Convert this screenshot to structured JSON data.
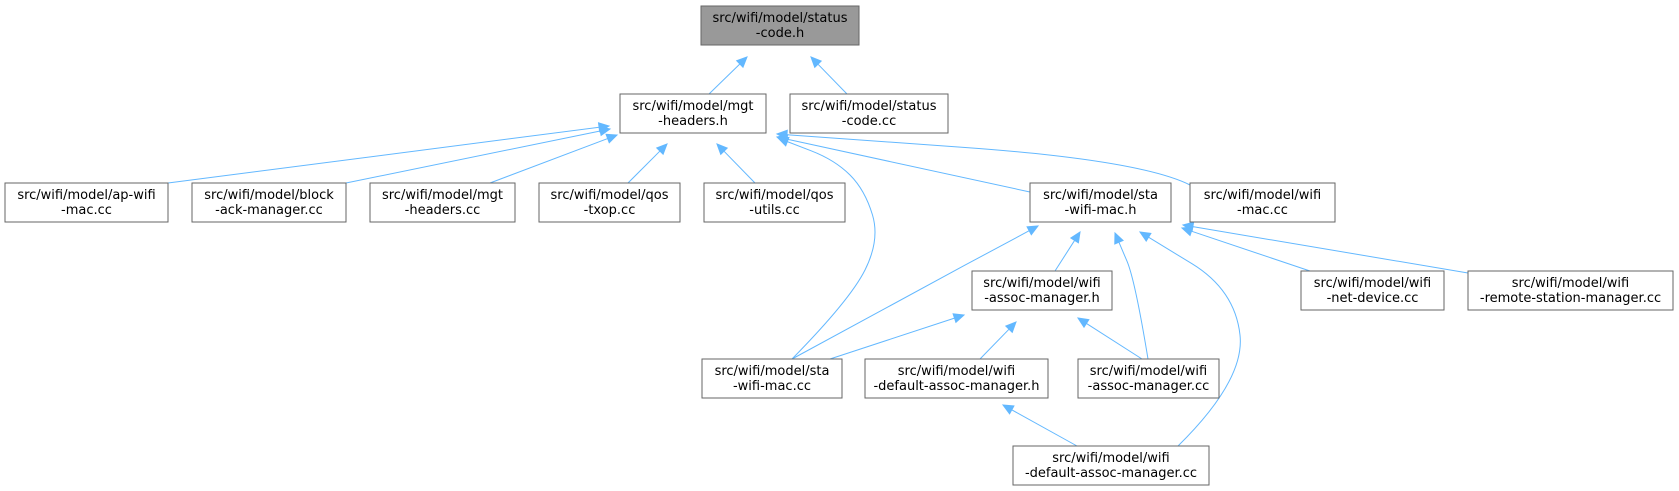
{
  "nodes": {
    "status_code_h": {
      "line1": "src/wifi/model/status",
      "line2": "-code.h",
      "root": true
    },
    "mgt_headers_h": {
      "line1": "src/wifi/model/mgt",
      "line2": "-headers.h"
    },
    "status_code_cc": {
      "line1": "src/wifi/model/status",
      "line2": "-code.cc"
    },
    "ap_wifi_mac_cc": {
      "line1": "src/wifi/model/ap-wifi",
      "line2": "-mac.cc"
    },
    "block_ack_manager_cc": {
      "line1": "src/wifi/model/block",
      "line2": "-ack-manager.cc"
    },
    "mgt_headers_cc": {
      "line1": "src/wifi/model/mgt",
      "line2": "-headers.cc"
    },
    "qos_txop_cc": {
      "line1": "src/wifi/model/qos",
      "line2": "-txop.cc"
    },
    "qos_utils_cc": {
      "line1": "src/wifi/model/qos",
      "line2": "-utils.cc"
    },
    "sta_wifi_mac_h": {
      "line1": "src/wifi/model/sta",
      "line2": "-wifi-mac.h"
    },
    "wifi_mac_cc": {
      "line1": "src/wifi/model/wifi",
      "line2": "-mac.cc"
    },
    "wifi_assoc_manager_h": {
      "line1": "src/wifi/model/wifi",
      "line2": "-assoc-manager.h"
    },
    "wifi_net_device_cc": {
      "line1": "src/wifi/model/wifi",
      "line2": "-net-device.cc"
    },
    "wifi_remote_station_manager_cc": {
      "line1": "src/wifi/model/wifi",
      "line2": "-remote-station-manager.cc"
    },
    "sta_wifi_mac_cc": {
      "line1": "src/wifi/model/sta",
      "line2": "-wifi-mac.cc"
    },
    "wifi_default_assoc_manager_h": {
      "line1": "src/wifi/model/wifi",
      "line2": "-default-assoc-manager.h"
    },
    "wifi_assoc_manager_cc": {
      "line1": "src/wifi/model/wifi",
      "line2": "-assoc-manager.cc"
    },
    "wifi_default_assoc_manager_cc": {
      "line1": "src/wifi/model/wifi",
      "line2": "-default-assoc-manager.cc"
    }
  },
  "edges": [
    {
      "from": "mgt_headers_h",
      "to": "status_code_h"
    },
    {
      "from": "status_code_cc",
      "to": "status_code_h"
    },
    {
      "from": "ap_wifi_mac_cc",
      "to": "mgt_headers_h"
    },
    {
      "from": "block_ack_manager_cc",
      "to": "mgt_headers_h"
    },
    {
      "from": "mgt_headers_cc",
      "to": "mgt_headers_h"
    },
    {
      "from": "qos_txop_cc",
      "to": "mgt_headers_h"
    },
    {
      "from": "qos_utils_cc",
      "to": "mgt_headers_h"
    },
    {
      "from": "sta_wifi_mac_cc",
      "to": "mgt_headers_h"
    },
    {
      "from": "sta_wifi_mac_h",
      "to": "mgt_headers_h"
    },
    {
      "from": "wifi_mac_cc",
      "to": "mgt_headers_h"
    },
    {
      "from": "wifi_assoc_manager_h",
      "to": "sta_wifi_mac_h"
    },
    {
      "from": "sta_wifi_mac_cc",
      "to": "sta_wifi_mac_h"
    },
    {
      "from": "wifi_assoc_manager_cc",
      "to": "sta_wifi_mac_h"
    },
    {
      "from": "wifi_default_assoc_manager_cc",
      "to": "sta_wifi_mac_h"
    },
    {
      "from": "wifi_net_device_cc",
      "to": "sta_wifi_mac_h"
    },
    {
      "from": "wifi_remote_station_manager_cc",
      "to": "sta_wifi_mac_h"
    },
    {
      "from": "sta_wifi_mac_cc",
      "to": "wifi_assoc_manager_h"
    },
    {
      "from": "wifi_default_assoc_manager_h",
      "to": "wifi_assoc_manager_h"
    },
    {
      "from": "wifi_assoc_manager_cc",
      "to": "wifi_assoc_manager_h"
    },
    {
      "from": "wifi_default_assoc_manager_cc",
      "to": "wifi_default_assoc_manager_h"
    }
  ]
}
